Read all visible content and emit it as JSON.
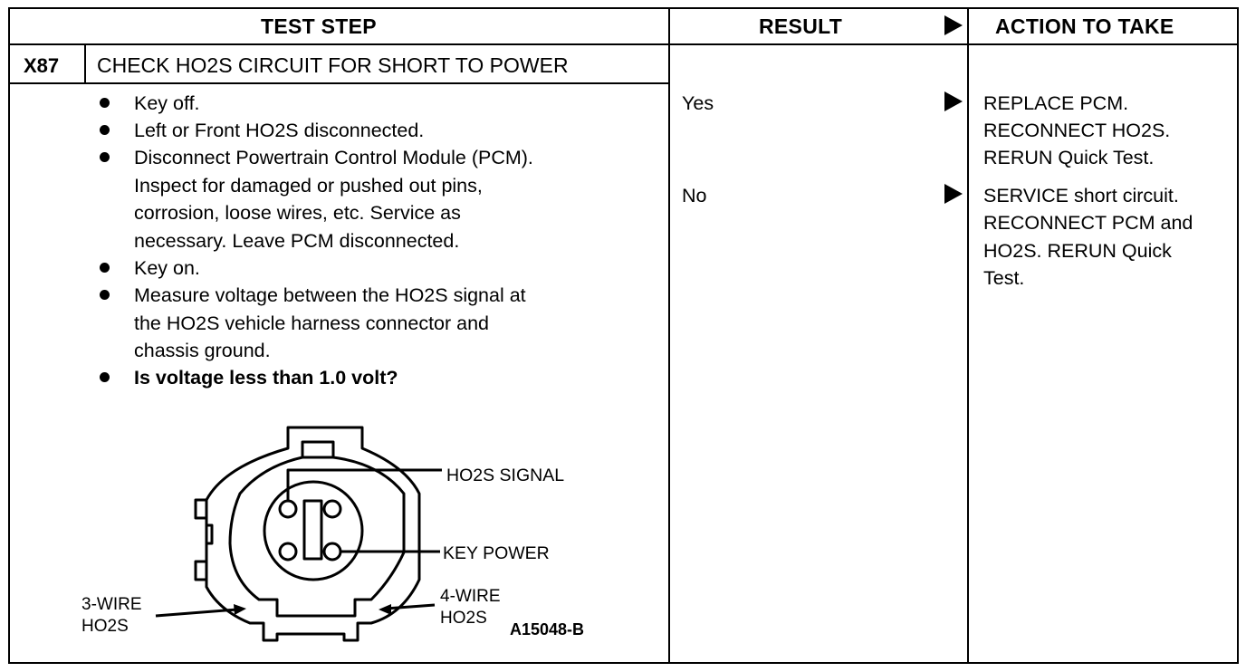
{
  "header": {
    "test_step": "TEST STEP",
    "result": "RESULT",
    "action": "ACTION TO TAKE"
  },
  "step": {
    "id": "X87",
    "title": "CHECK HO2S CIRCUIT FOR SHORT TO POWER"
  },
  "instructions": [
    [
      "Key off."
    ],
    [
      "Left or Front HO2S disconnected."
    ],
    [
      "Disconnect Powertrain Control Module (PCM).",
      "Inspect for damaged or pushed out pins,",
      "corrosion, loose wires, etc. Service as",
      "necessary. Leave PCM disconnected."
    ],
    [
      "Key on."
    ],
    [
      "Measure voltage between the HO2S signal at",
      "the HO2S vehicle harness connector and",
      "chassis ground."
    ],
    [
      "Is voltage less than 1.0 volt?"
    ]
  ],
  "results": [
    {
      "label": "Yes",
      "action": [
        "REPLACE PCM.",
        "RECONNECT HO2S.",
        "RERUN Quick Test."
      ]
    },
    {
      "label": "No",
      "action": [
        "SERVICE short circuit.",
        "RECONNECT PCM and",
        "HO2S. RERUN Quick",
        "Test."
      ]
    }
  ],
  "diagram": {
    "signal_label": "HO2S SIGNAL",
    "power_label": "KEY POWER",
    "three_wire": [
      "3-WIRE",
      "HO2S"
    ],
    "four_wire": [
      "4-WIRE",
      "HO2S"
    ],
    "figure_id": "A15048-B"
  }
}
